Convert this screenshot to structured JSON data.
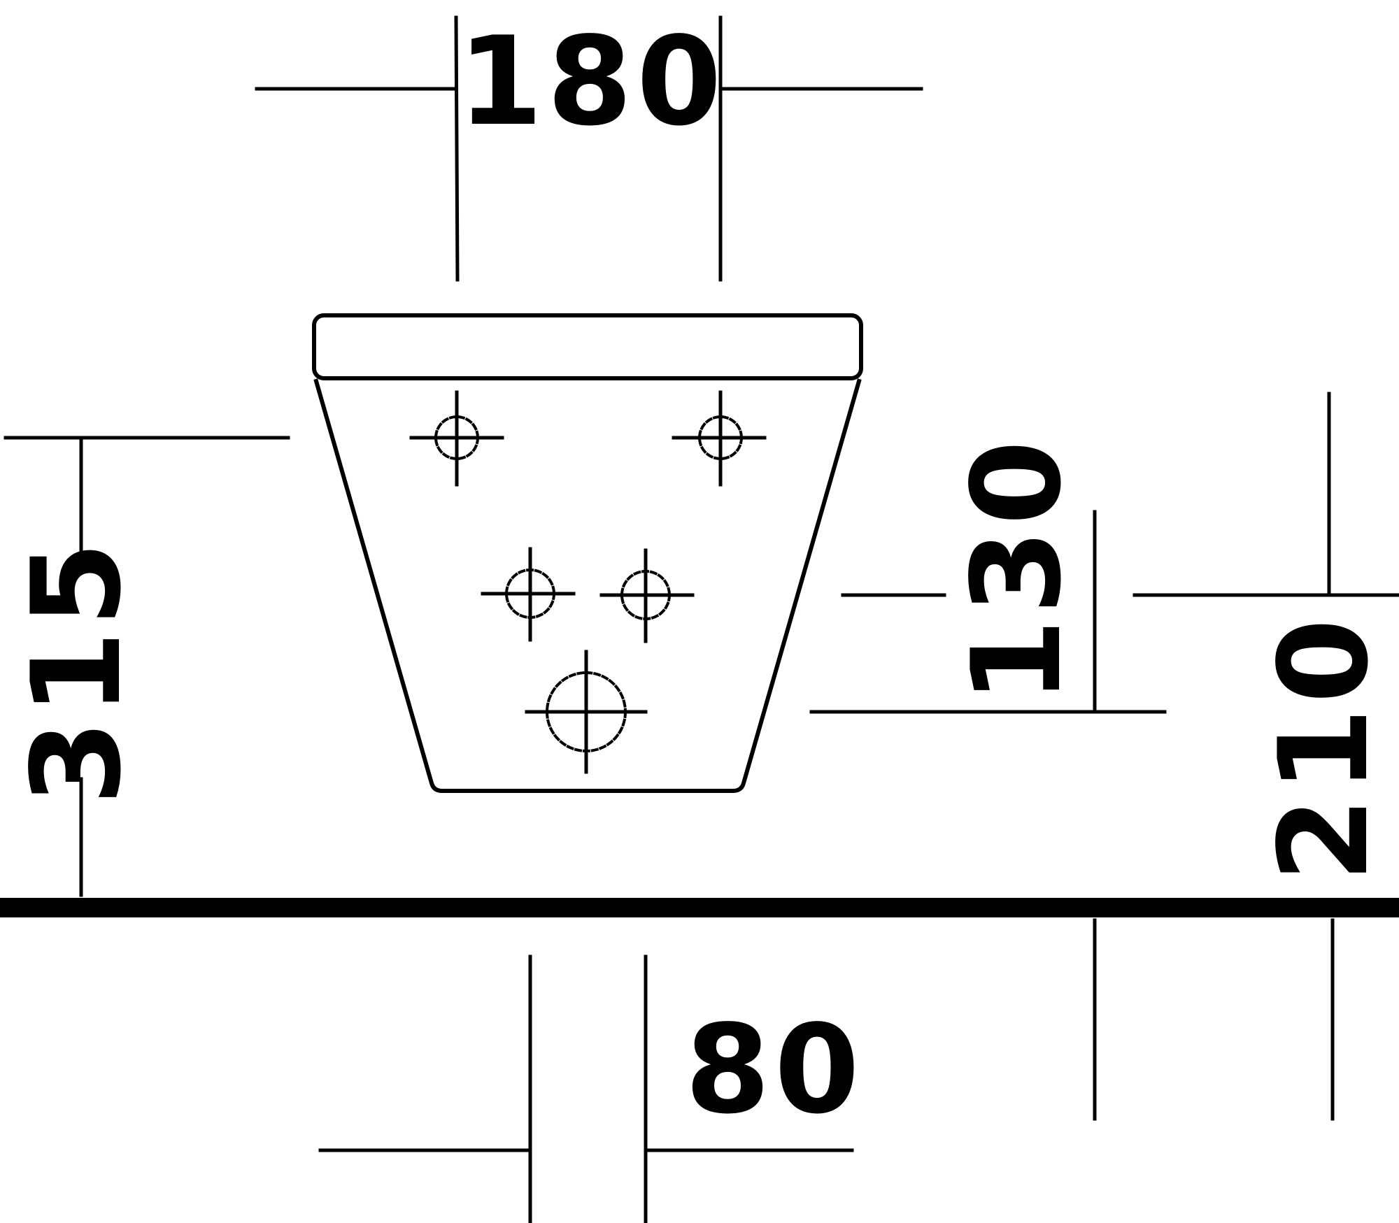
{
  "drawing": {
    "colors": {
      "line": "#000000",
      "background": "#ffffff"
    },
    "dimensions": {
      "width_top": "180",
      "height_left": "315",
      "height_mid": "130",
      "height_right": "210",
      "width_bottom": "80"
    },
    "marker_icons": [
      "crosshair-icon",
      "crosshair-icon",
      "crosshair-icon",
      "crosshair-icon",
      "crosshair-circle-icon"
    ]
  }
}
